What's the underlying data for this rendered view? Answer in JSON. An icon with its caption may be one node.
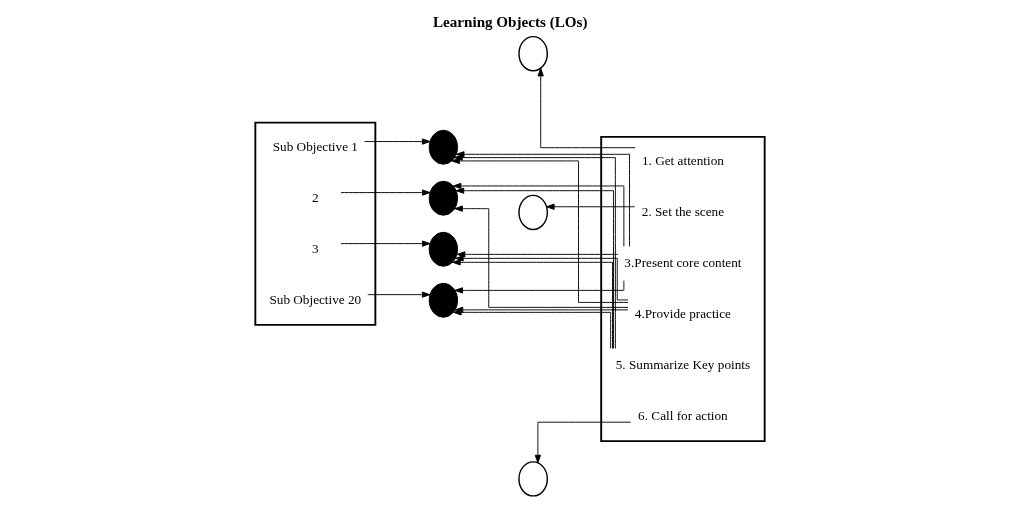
{
  "diagram": {
    "title": "Learning Objects (LOs)",
    "nodes": [
      {
        "text": [],
        "shape": "box"
      },
      {
        "text": [
          "Sub Objective 1"
        ],
        "in": 0
      },
      {
        "text": [
          "2"
        ],
        "in": 0
      },
      {
        "text": [
          "3"
        ],
        "in": 0
      },
      {
        "text": [
          "Sub Objective 20"
        ],
        "in": 0
      },
      {
        "text": [],
        "shape": "circle"
      },
      {
        "text": [],
        "shape": "circle"
      },
      {
        "text": [],
        "shape": "circle"
      },
      {
        "text": [],
        "shape": "circle"
      },
      {
        "text": [],
        "shape": "circle"
      },
      {
        "text": [],
        "shape": "circle"
      },
      {
        "text": [],
        "shape": "circle"
      },
      {
        "text": [],
        "shape": "box"
      },
      {
        "text": [
          "1. Get attention"
        ],
        "in": 12
      },
      {
        "text": [
          "2. Set the scene"
        ],
        "in": 12
      },
      {
        "text": [
          "3.Present core content"
        ],
        "in": 12
      },
      {
        "text": [
          "4.Provide practice"
        ],
        "in": 12
      },
      {
        "text": [
          "5. Summarize Key points"
        ],
        "in": 12
      },
      {
        "text": [
          "6. Call for action"
        ],
        "in": 12
      }
    ],
    "edges": [
      {
        "from": 1,
        "to": 5,
        "arrow": "to"
      },
      {
        "from": 2,
        "to": 6,
        "arrow": "to"
      },
      {
        "from": 3,
        "to": 7,
        "arrow": "to"
      },
      {
        "from": 4,
        "to": 8,
        "arrow": "to"
      },
      {
        "from": 13,
        "to": 9,
        "arrow": "to"
      },
      {
        "from": 14,
        "to": 10,
        "arrow": "to"
      },
      {
        "from": 15,
        "to": 5,
        "arrow": "to"
      },
      {
        "from": 15,
        "to": 6,
        "arrow": "to"
      },
      {
        "from": 15,
        "to": 7,
        "arrow": "to"
      },
      {
        "from": 15,
        "to": 8,
        "arrow": "to"
      },
      {
        "from": 16,
        "to": 5,
        "arrow": "to"
      },
      {
        "from": 16,
        "to": 6,
        "arrow": "to"
      },
      {
        "from": 16,
        "to": 7,
        "arrow": "to"
      },
      {
        "from": 16,
        "to": 8,
        "arrow": "to"
      },
      {
        "from": 17,
        "to": 5,
        "arrow": "to"
      },
      {
        "from": 17,
        "to": 6,
        "arrow": "to"
      },
      {
        "from": 17,
        "to": 7,
        "arrow": "to"
      },
      {
        "from": 17,
        "to": 8,
        "arrow": "to"
      },
      {
        "from": 18,
        "to": 11,
        "arrow": "to"
      }
    ]
  }
}
